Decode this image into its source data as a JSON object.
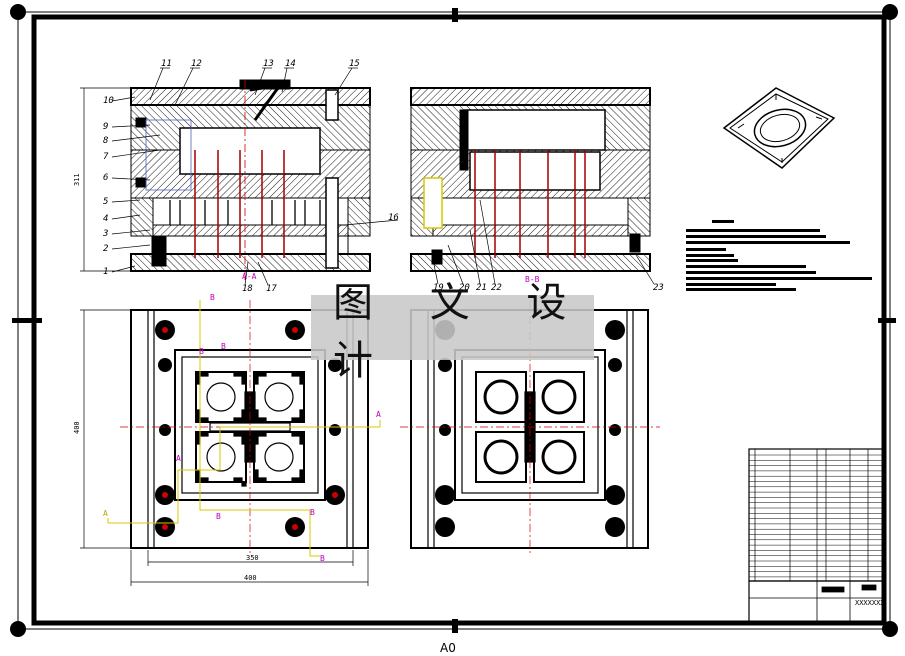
{
  "watermark": "图 文 设 计",
  "sheet_size": "A0",
  "section_labels": {
    "aa": "A-A",
    "bb": "B-B"
  },
  "dimensions": {
    "height_front": "311",
    "height_plan": "400",
    "width_inner": "350",
    "width_outer": "400"
  },
  "callouts_left": [
    "10",
    "9",
    "8",
    "7",
    "6",
    "5",
    "4",
    "3",
    "2",
    "1"
  ],
  "callouts_top": [
    "11",
    "12",
    "13",
    "14",
    "15"
  ],
  "callout_16": "16",
  "callouts_bottom_left": [
    "18",
    "17"
  ],
  "callouts_bottom_right": [
    "19",
    "20",
    "21",
    "22",
    "23"
  ],
  "cut_letters": {
    "a": "A",
    "b": "B"
  },
  "title_block": {
    "drawing_no": "XXXXXXX"
  },
  "colors": {
    "line": "#000000",
    "hatch": "#000000",
    "center": "#d00000",
    "section_mark": "#c000c0",
    "cut_line": "#d8c800",
    "watermark_bg": "#c8c8c8"
  }
}
